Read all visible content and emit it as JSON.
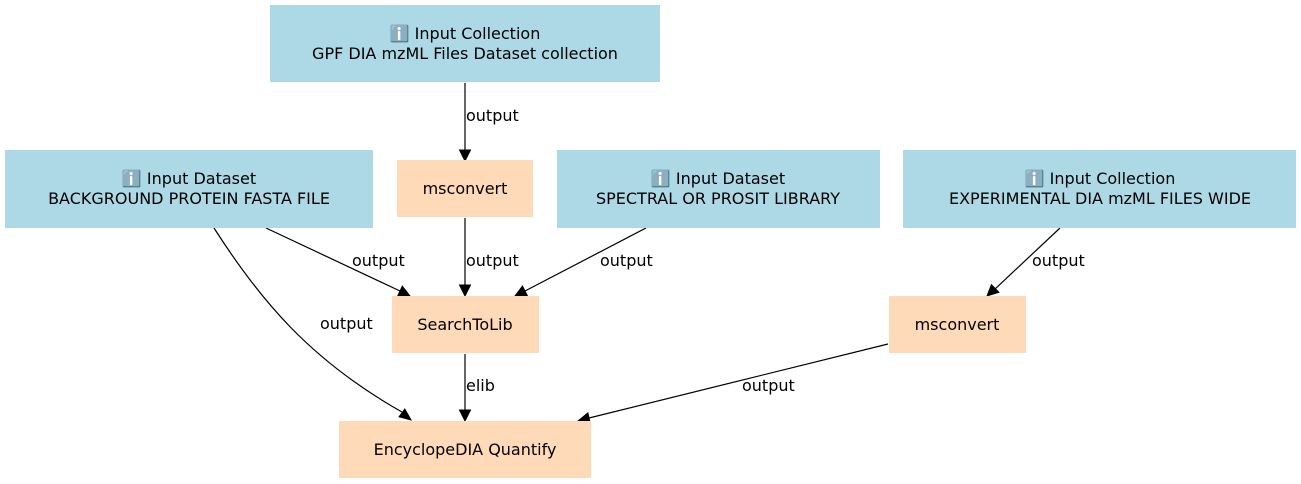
{
  "nodes": {
    "gpf_collection": {
      "kind": "input",
      "icon": "ℹ️",
      "title": "Input Collection",
      "subtitle": "GPF DIA mzML Files Dataset collection"
    },
    "background_fasta": {
      "kind": "input",
      "icon": "ℹ️",
      "title": "Input Dataset",
      "subtitle": "BACKGROUND PROTEIN FASTA FILE"
    },
    "msconvert_1": {
      "kind": "tool",
      "title": "msconvert"
    },
    "spectral_library": {
      "kind": "input",
      "icon": "ℹ️",
      "title": "Input Dataset",
      "subtitle": "SPECTRAL OR PROSIT LIBRARY"
    },
    "experimental_collection": {
      "kind": "input",
      "icon": "ℹ️",
      "title": "Input Collection",
      "subtitle": "EXPERIMENTAL DIA mzML FILES WIDE"
    },
    "searchtolib": {
      "kind": "tool",
      "title": "SearchToLib"
    },
    "msconvert_2": {
      "kind": "tool",
      "title": "msconvert"
    },
    "encyclopedia_quantify": {
      "kind": "tool",
      "title": "EncyclopeDIA Quantify"
    }
  },
  "edges": [
    {
      "from": "gpf_collection",
      "to": "msconvert_1",
      "label": "output"
    },
    {
      "from": "background_fasta",
      "to": "searchtolib",
      "label": "output"
    },
    {
      "from": "msconvert_1",
      "to": "searchtolib",
      "label": "output"
    },
    {
      "from": "spectral_library",
      "to": "searchtolib",
      "label": "output"
    },
    {
      "from": "background_fasta",
      "to": "encyclopedia_quantify",
      "label": "output"
    },
    {
      "from": "experimental_collection",
      "to": "msconvert_2",
      "label": "output"
    },
    {
      "from": "searchtolib",
      "to": "encyclopedia_quantify",
      "label": "elib"
    },
    {
      "from": "msconvert_2",
      "to": "encyclopedia_quantify",
      "label": "output"
    }
  ],
  "colors": {
    "input_fill": "#add8e6",
    "tool_fill": "#ffdab9",
    "edge": "#000000",
    "text": "#000000"
  }
}
